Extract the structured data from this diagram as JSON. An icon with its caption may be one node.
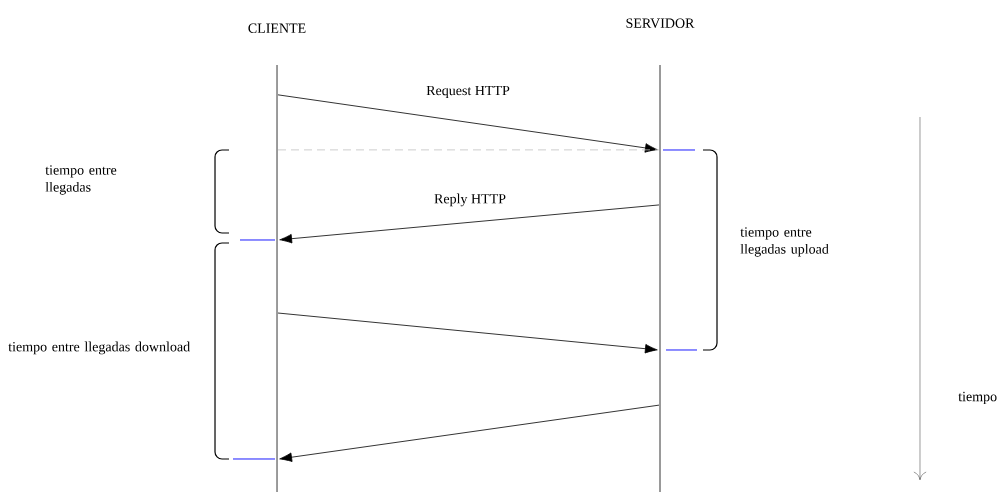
{
  "diagram": {
    "nodes": [
      {
        "text": [
          "CLIENTE"
        ]
      },
      {
        "text": [
          "SERVIDOR"
        ]
      }
    ],
    "edges": [
      {
        "from": 0,
        "to": 1,
        "arrow": "to",
        "label": "Request HTTP"
      },
      {
        "from": 0,
        "to": 1,
        "arrow": "none",
        "style": "dashed",
        "color": "#c0c0c0"
      },
      {
        "from": 1,
        "to": 0,
        "arrow": "to",
        "label": "Reply HTTP"
      },
      {
        "from": 0,
        "to": 1,
        "arrow": "to"
      },
      {
        "from": 1,
        "to": 0,
        "arrow": "to"
      }
    ],
    "labels": [
      "tiempo entre llegadas",
      "tiempo entre llegadas download",
      "tiempo entre llegadas upload",
      "tiempo"
    ]
  }
}
